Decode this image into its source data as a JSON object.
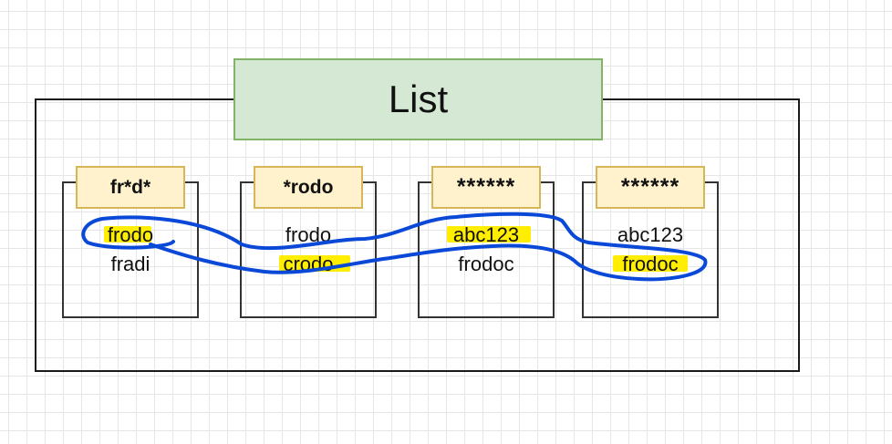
{
  "diagram": {
    "title": "List",
    "colors": {
      "title_fill": "#d5e8d4",
      "title_border": "#82b366",
      "header_fill": "#fff2cc",
      "header_border": "#d6b656",
      "highlight": "#ffee00",
      "annotation_stroke": "#0a48d8"
    },
    "cards": [
      {
        "header": "fr*d*",
        "values": [
          "frodo",
          "fradi"
        ],
        "highlighted_value": "frodo"
      },
      {
        "header": "*rodo",
        "values": [
          "frodo",
          "crodo"
        ],
        "highlighted_value": "crodo"
      },
      {
        "header": "******",
        "values": [
          "abc123",
          "frodoc"
        ],
        "highlighted_value": "abc123"
      },
      {
        "header": "******",
        "values": [
          "abc123",
          "frodoc"
        ],
        "highlighted_value": "frodoc"
      }
    ]
  }
}
